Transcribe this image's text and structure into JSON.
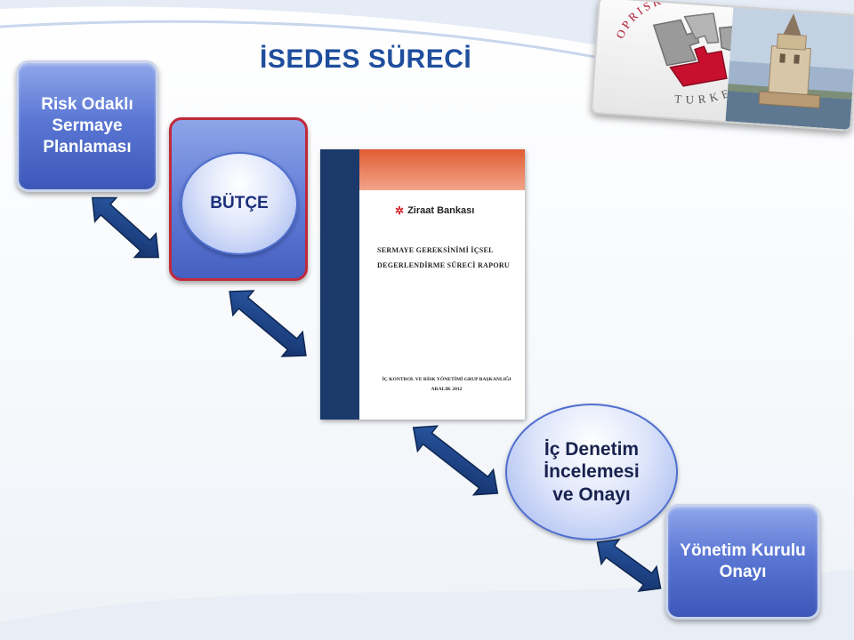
{
  "title": "İSEDES SÜRECİ",
  "nodes": {
    "risk": {
      "lines": [
        "Risk Odaklı",
        "Sermaye",
        "Planlaması"
      ]
    },
    "budget": {
      "label": "BÜTÇE"
    },
    "audit": {
      "lines": [
        "İç Denetim",
        "İncelemesi",
        "ve Onayı"
      ]
    },
    "board": {
      "lines": [
        "Yönetim Kurulu",
        "Onayı"
      ]
    }
  },
  "report": {
    "bank": "Ziraat Bankası",
    "title_line1": "SERMAYE GEREKSİNİMİ İÇSEL",
    "title_line2": "DEGERLENDİRME SÜRECİ RAPORU",
    "dept": "İÇ KONTROL VE RİSK YÖNETİMİ GRUP BAŞKANLIĞI",
    "date": "ARALIK 2012"
  },
  "logo": {
    "arc_top": "OPRISK",
    "arc_bottom": "TURKEY"
  },
  "colors": {
    "title": "#1f4e9c",
    "box": "#4a66c6",
    "arrow": "#1d3f7e",
    "budget_border": "#c0293a",
    "puzzle_red": "#c8102e",
    "puzzle_grey": "#8c8c8c"
  }
}
